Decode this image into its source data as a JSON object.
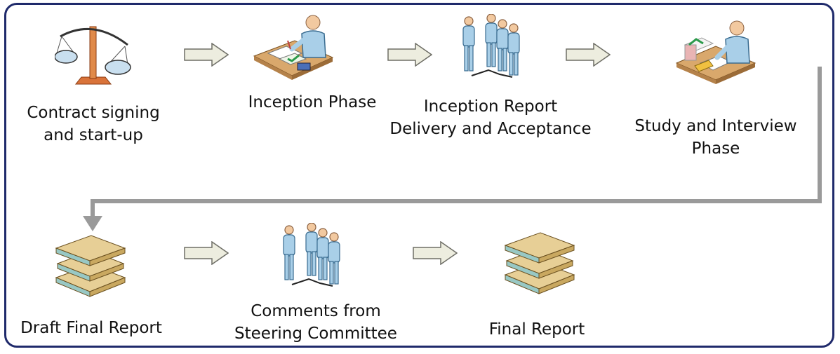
{
  "colors": {
    "frame_border": "#1f2a6b",
    "block_arrow_fill": "#ededdf",
    "block_arrow_stroke": "#6e6e66",
    "connector": "#9a9a9a",
    "person_fill": "#a9cfe8",
    "book_cover": "#e7cf96",
    "book_edge": "#98c8c4"
  },
  "steps": [
    {
      "label_lines": [
        "Contract signing",
        "and start-up"
      ],
      "icon": "scales-icon"
    },
    {
      "label_lines": [
        "Inception Phase"
      ],
      "icon": "person-at-desk-icon"
    },
    {
      "label_lines": [
        "Inception Report",
        "Delivery and Acceptance"
      ],
      "icon": "group-people-icon"
    },
    {
      "label_lines": [
        "Study and Interview",
        "Phase"
      ],
      "icon": "person-reading-icon"
    },
    {
      "label_lines": [
        "Draft Final Report"
      ],
      "icon": "books-stack-icon"
    },
    {
      "label_lines": [
        "Comments from",
        "Steering Committee"
      ],
      "icon": "group-people-icon"
    },
    {
      "label_lines": [
        "Final Report"
      ],
      "icon": "books-stack-icon"
    }
  ]
}
